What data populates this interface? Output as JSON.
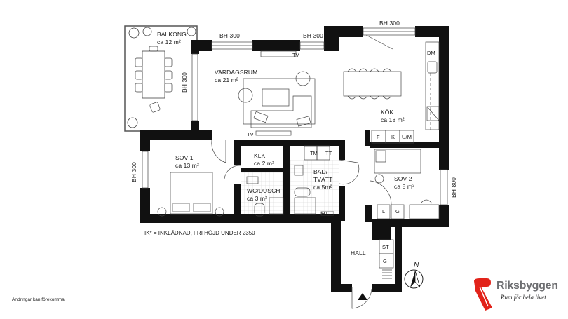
{
  "rooms": {
    "balkong": {
      "name": "BALKONG",
      "area": "ca 12 m²"
    },
    "vardagsrum": {
      "name": "VARDAGSRUM",
      "area": "ca 21 m²"
    },
    "kok": {
      "name": "KÖK",
      "area": "ca 18 m²"
    },
    "sov1": {
      "name": "SOV 1",
      "area": "ca 13 m²"
    },
    "klk": {
      "name": "KLK",
      "area": "ca 2 m²"
    },
    "wc_dusch": {
      "name": "WC/DUSCH",
      "area": "ca 3 m²"
    },
    "bad_tvatt": {
      "name_line1": "BAD/",
      "name_line2": "TVÄTT",
      "area": "ca 5m²"
    },
    "sov2": {
      "name": "SOV 2",
      "area": "ca 8 m²"
    },
    "hall": {
      "name": "HALL"
    }
  },
  "windows": {
    "balkong_door": "BH 300",
    "vardagsrum_left": "BH 300",
    "vardagsrum_right": "BH 300",
    "kok_top": "BH 300",
    "sov1": "BH 300",
    "sov2": "BH 800"
  },
  "fixtures": {
    "tv_top": "TV",
    "tv_bottom": "TV",
    "dm": "DM",
    "f": "F",
    "k": "K",
    "um": "U/M",
    "tm": "TM",
    "tt": "TT",
    "ht": "HT",
    "l": "L",
    "g_sov2": "G",
    "st": "ST",
    "g_hall": "G"
  },
  "compass": {
    "label": "N"
  },
  "legend_note": "IK* = INKLÄDNAD, FRI HÖJD UNDER 2350",
  "disclaimer": "Ändringar kan förekomma.",
  "logo": {
    "brand": "Riksbyggen",
    "tagline": "Rum för hela livet",
    "brand_color": "#e2231a",
    "text_color": "#6d6e71"
  }
}
